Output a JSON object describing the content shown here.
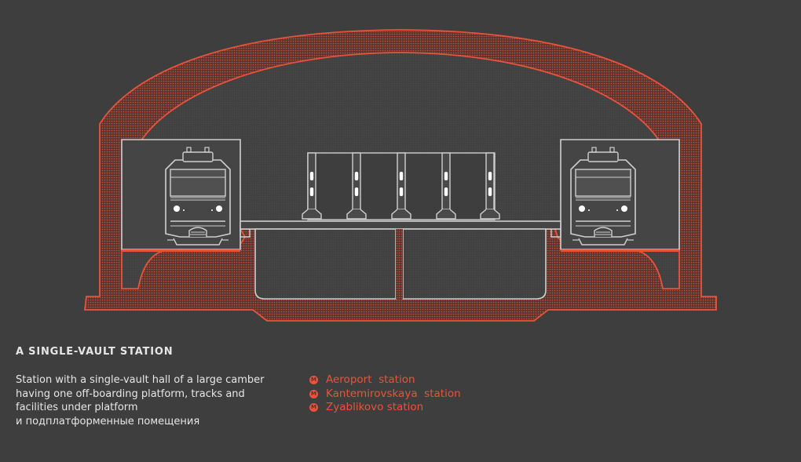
{
  "title": "A SINGLE-VAULT STATION",
  "description": {
    "lines": [
      "Station with a single-vault hall of a large camber",
      "having one off-boarding platform, tracks and",
      "facilities under platform",
      "и подплатформенные помещения"
    ]
  },
  "stations": [
    {
      "icon": "metro-icon",
      "glyph": "M",
      "name": "Aeroport  station"
    },
    {
      "icon": "metro-icon",
      "glyph": "M",
      "name": "Kantemirovskaya  station"
    },
    {
      "icon": "metro-icon",
      "glyph": "M",
      "name": "Zyablikovo station"
    }
  ],
  "colors": {
    "background": "#3e3e3e",
    "accent": "#e8533c",
    "outline": "#c8c8c8",
    "text": "#e6e6e6"
  }
}
